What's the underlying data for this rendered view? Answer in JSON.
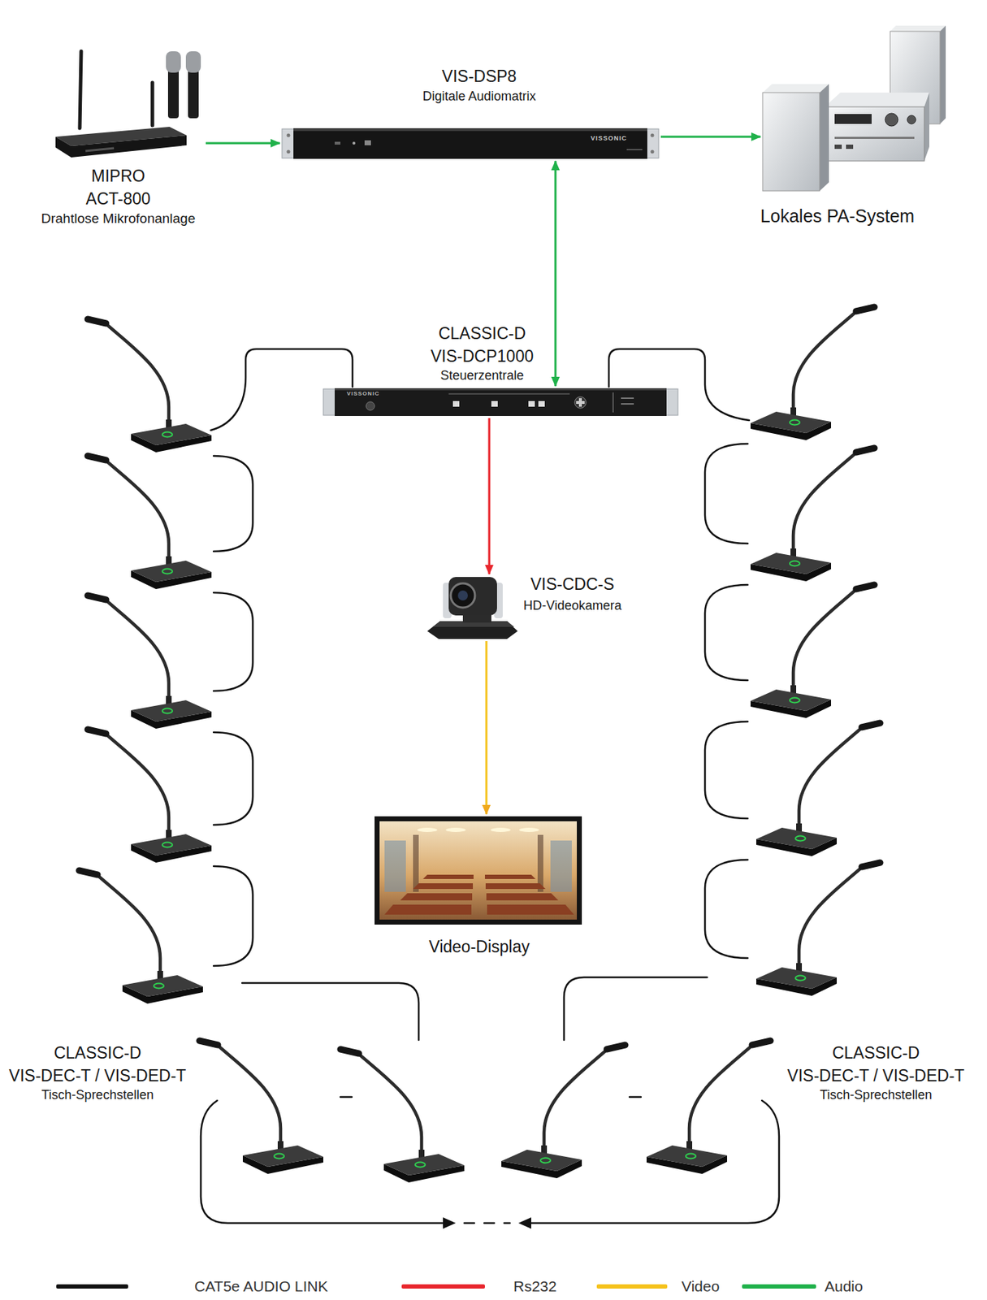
{
  "diagram": {
    "nodes": [
      {
        "text": [
          "MIPRO",
          "ACT-800",
          "Drahtlose Mikrofonanlage"
        ]
      },
      {
        "text": [
          "VIS-DSP8",
          "Digitale Audiomatrix"
        ]
      },
      {
        "text": [
          "Lokales PA-System"
        ]
      },
      {
        "text": [
          "CLASSIC-D",
          "VIS-DCP1000",
          "Steuerzentrale"
        ]
      },
      {
        "text": [
          "VIS-CDC-S",
          "HD-Videokamera"
        ]
      },
      {
        "text": [
          "Video-Display"
        ]
      },
      {
        "text": [
          "CLASSIC-D",
          "VIS-DEC-T / VIS-DED-T",
          "Tisch-Sprechstellen"
        ]
      },
      {
        "text": [
          "CLASSIC-D",
          "VIS-DEC-T / VIS-DED-T",
          "Tisch-Sprechstellen"
        ]
      }
    ],
    "edges": [
      {
        "from": 0,
        "to": 1,
        "arrow": "to"
      },
      {
        "from": 1,
        "to": 2,
        "arrow": "to"
      },
      {
        "from": 1,
        "to": 3,
        "arrow": "both"
      },
      {
        "from": 3,
        "to": 4,
        "arrow": "to"
      },
      {
        "from": 4,
        "to": 5,
        "arrow": "to"
      }
    ],
    "labels": [
      "VISSONIC",
      "VISSONIC"
    ],
    "legend": [
      {
        "text": "CAT5e AUDIO LINK",
        "color": "#111111"
      },
      {
        "text": "Rs232",
        "color": "#e8262d"
      },
      {
        "text": "Video",
        "color": "#f5c21b"
      },
      {
        "text": "Audio",
        "color": "#1fb14a"
      }
    ]
  }
}
